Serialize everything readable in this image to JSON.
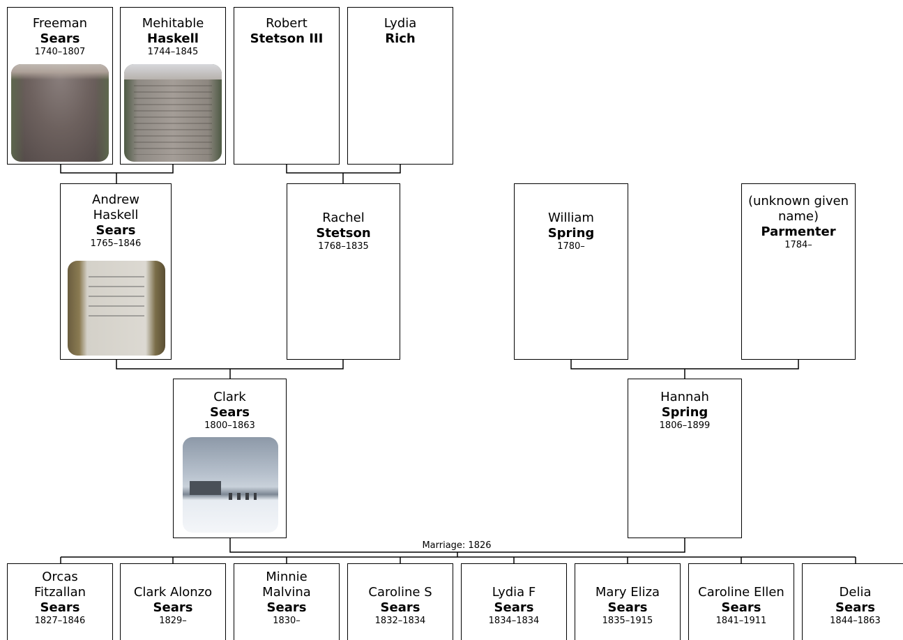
{
  "people": {
    "freeman": {
      "given": "Freeman",
      "surname": "Sears",
      "dates": "1740–1807",
      "photo": "gravestone-photo"
    },
    "mehitable": {
      "given": "Mehitable",
      "surname": "Haskell",
      "dates": "1744–1845",
      "photo": "gravestone-photo"
    },
    "robert": {
      "given": "Robert",
      "surname": "Stetson III",
      "dates": ""
    },
    "lydia_rich": {
      "given": "Lydia",
      "surname": "Rich",
      "dates": ""
    },
    "andrew": {
      "given": "Andrew Haskell",
      "surname": "Sears",
      "dates": "1765–1846",
      "photo": "gravestone-photo"
    },
    "rachel": {
      "given": "Rachel",
      "surname": "Stetson",
      "dates": "1768–1835"
    },
    "william": {
      "given": "William",
      "surname": "Spring",
      "dates": "1780–"
    },
    "parmenter": {
      "given": "(unknown given name)",
      "surname": "Parmenter",
      "dates": "1784–"
    },
    "clark": {
      "given": "Clark",
      "surname": "Sears",
      "dates": "1800–1863",
      "photo": "cemetery-snow-photo"
    },
    "hannah": {
      "given": "Hannah",
      "surname": "Spring",
      "dates": "1806–1899"
    }
  },
  "marriage_label": "Marriage: 1826",
  "children": [
    {
      "given": "Orcas Fitzallan",
      "surname": "Sears",
      "dates": "1827–1846"
    },
    {
      "given": "Clark Alonzo",
      "surname": "Sears",
      "dates": "1829–"
    },
    {
      "given": "Minnie Malvina",
      "surname": "Sears",
      "dates": "1830–"
    },
    {
      "given": "Caroline S",
      "surname": "Sears",
      "dates": "1832–1834"
    },
    {
      "given": "Lydia F",
      "surname": "Sears",
      "dates": "1834–1834"
    },
    {
      "given": "Mary Eliza",
      "surname": "Sears",
      "dates": "1835–1915"
    },
    {
      "given": "Caroline Ellen",
      "surname": "Sears",
      "dates": "1841–1911"
    },
    {
      "given": "Delia",
      "surname": "Sears",
      "dates": "1844–1863"
    }
  ]
}
